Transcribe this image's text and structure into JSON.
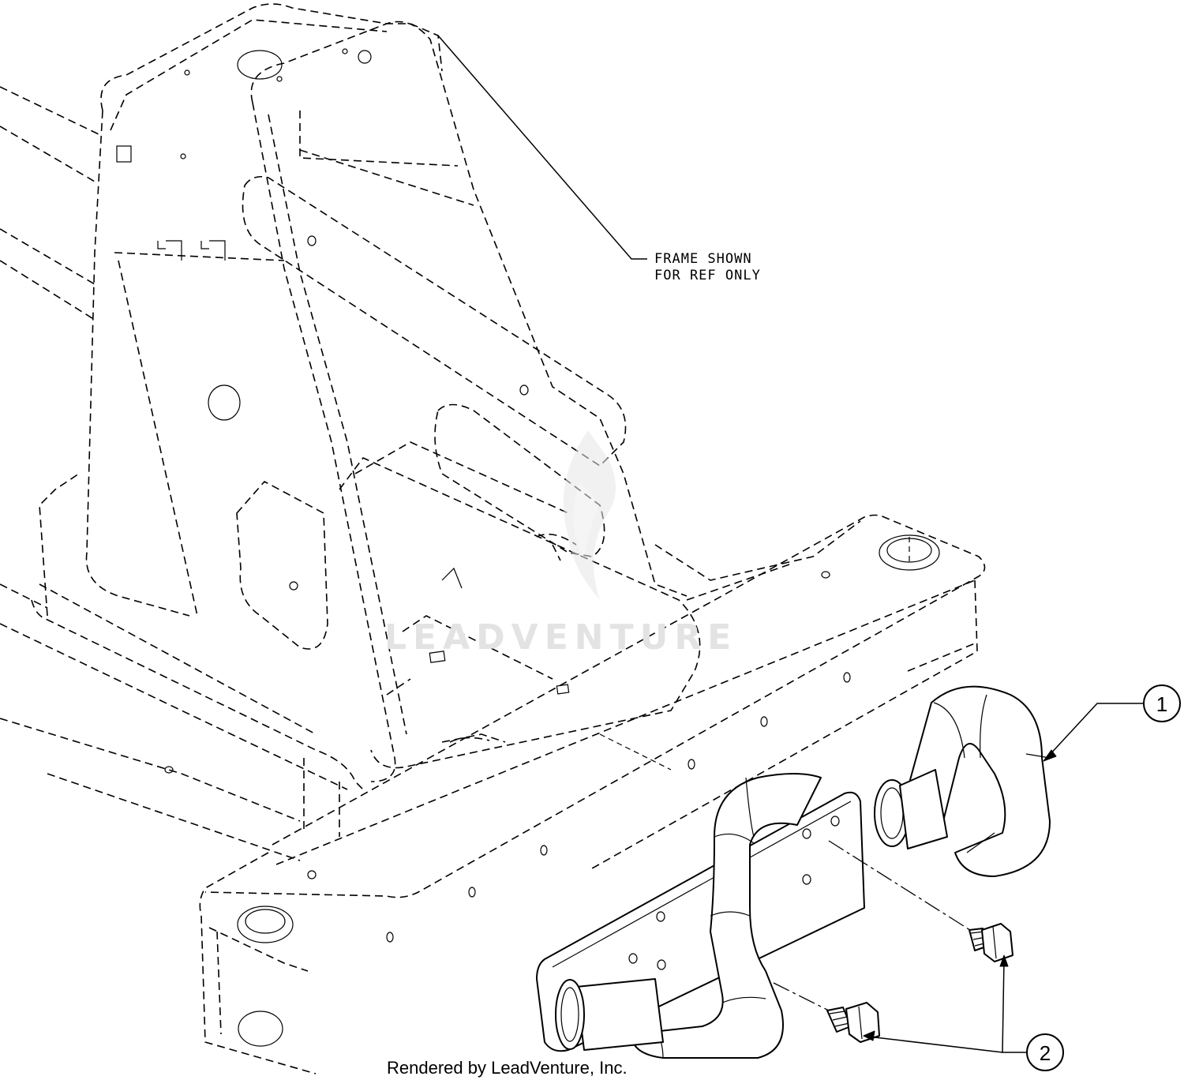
{
  "notes": {
    "frame_line_1": "FRAME SHOWN",
    "frame_line_2": "FOR REF ONLY"
  },
  "callouts": [
    {
      "label": "1"
    },
    {
      "label": "2"
    }
  ],
  "watermark": "LEADVENTURE",
  "footer": "Rendered by LeadVenture, Inc.",
  "colors": {
    "line": "#000000",
    "watermark": "#e3e3e3",
    "background": "#ffffff"
  },
  "icons": [
    "leadventure-flame-logo"
  ]
}
